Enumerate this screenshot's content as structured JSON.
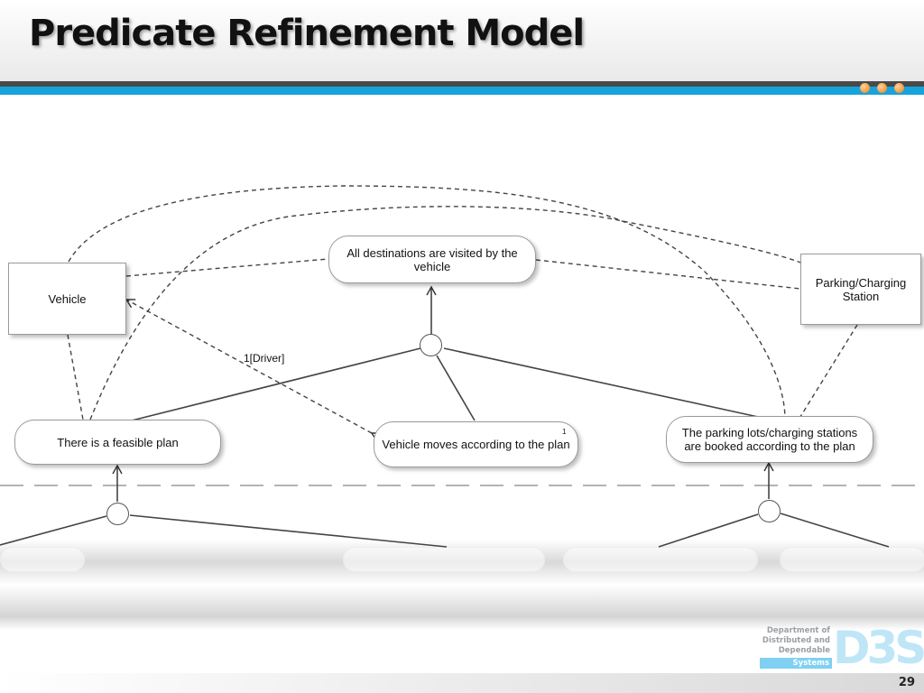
{
  "slide": {
    "title": "Predicate Refinement Model",
    "page_number": "29"
  },
  "diagram": {
    "nodes": {
      "vehicle": "Vehicle",
      "parking_station": "Parking/Charging Station",
      "all_destinations": "All destinations are visited by the vehicle",
      "feasible_plan": "There is a feasible plan",
      "vehicle_moves": "Vehicle moves according to the plan",
      "lots_booked": "The parking lots/charging stations are booked according to the plan"
    },
    "edge_labels": {
      "driver": "1[Driver]",
      "multiplicity": "1"
    }
  },
  "logo": {
    "department_text": "Department of Distributed and Dependable",
    "systems_text": "Systems",
    "mark": "D3S"
  },
  "colors": {
    "accent_blue": "#17a3db",
    "dark_band": "#4a4a4a",
    "dot_orange": "#ee7e14"
  }
}
